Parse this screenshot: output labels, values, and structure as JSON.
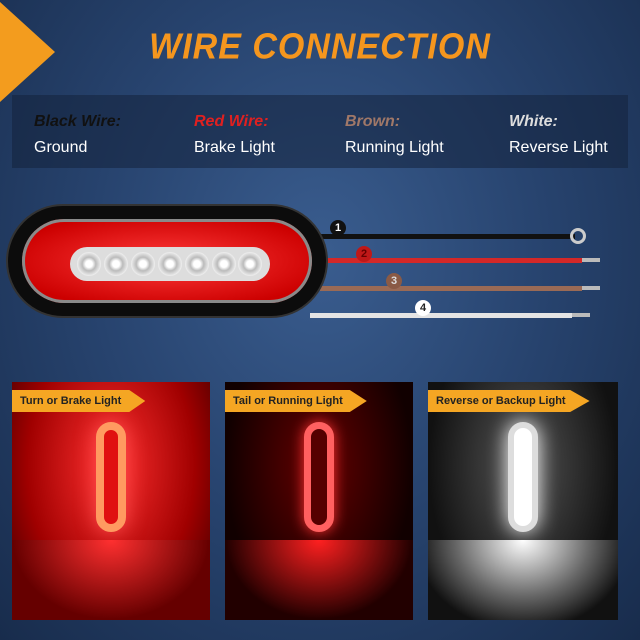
{
  "title": "WIRE CONNECTION",
  "legend": [
    {
      "wire": "Black Wire:",
      "function": "Ground",
      "color": "#111111"
    },
    {
      "wire": "Red Wire:",
      "function": "Brake Light",
      "color": "#e02020"
    },
    {
      "wire": "Brown:",
      "function": "Running Light",
      "color": "#a07060"
    },
    {
      "wire": "White:",
      "function": "Reverse Light",
      "color": "#e8e8e8"
    }
  ],
  "wires": [
    "1",
    "2",
    "3",
    "4"
  ],
  "panels": [
    {
      "label": "Turn or Brake Light",
      "color": "#ff2020"
    },
    {
      "label": "Tail or Running Light",
      "color": "#ff2020"
    },
    {
      "label": "Reverse or Backup Light",
      "color": "#ffffff"
    }
  ]
}
